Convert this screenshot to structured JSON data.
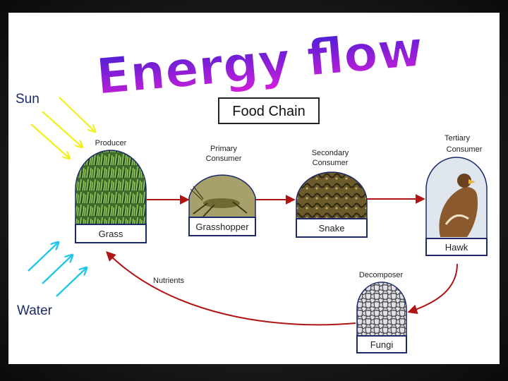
{
  "title": "Energy flow",
  "food_chain_label": "Food Chain",
  "sun_label": "Sun",
  "water_label": "Water",
  "nutrients_label": "Nutrients",
  "stages": {
    "producer": {
      "role": "Producer",
      "organism": "Grass"
    },
    "primary": {
      "role_line1": "Primary",
      "role_line2": "Consumer",
      "organism": "Grasshopper"
    },
    "secondary": {
      "role_line1": "Secondary",
      "role_line2": "Consumer",
      "organism": "Snake"
    },
    "tertiary": {
      "role_line1": "Tertiary",
      "role_line2": "Consumer",
      "organism": "Hawk"
    },
    "decomposer": {
      "role": "Decomposer",
      "organism": "Fungi"
    }
  },
  "colors": {
    "title_gradient_top": "#3b1fd6",
    "title_gradient_bottom": "#d61fd8",
    "arrow": "#b01414",
    "sun_rays": "#f0f020",
    "water_arrows": "#22c7e8",
    "label_blue": "#1c2a6b",
    "box_border": "#1c2a6b"
  }
}
